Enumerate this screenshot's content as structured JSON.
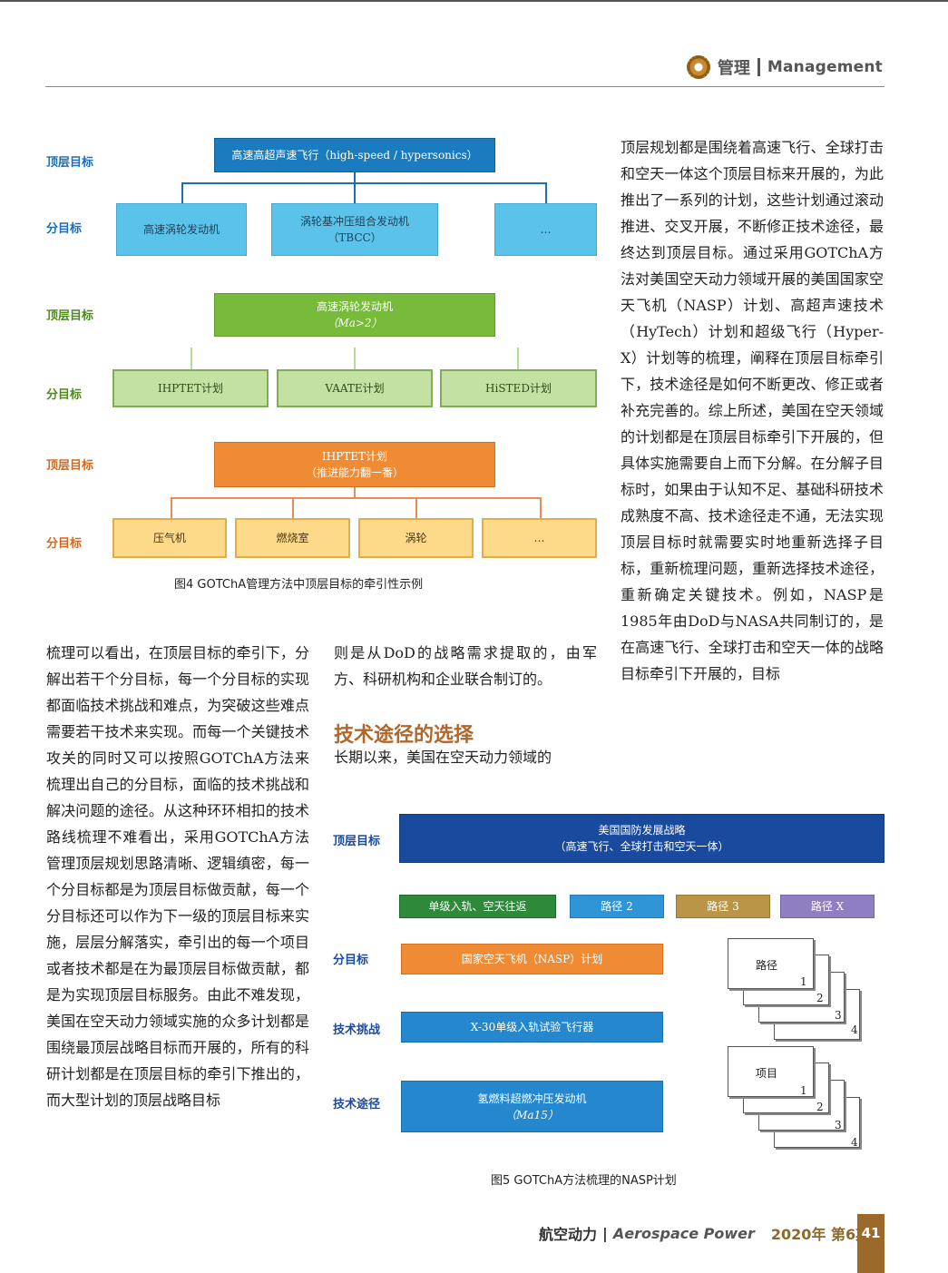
{
  "header": {
    "section_cn": "管理",
    "section_en": "Management"
  },
  "figure4": {
    "label_top": "顶层目标",
    "label_sub": "分目标",
    "group1": {
      "top": "高速高超声速飞行（high-speed / hypersonics）",
      "subs": [
        "高速涡轮发动机",
        "涡轮基冲压组合发动机",
        "（TBCC）",
        "…"
      ]
    },
    "group2": {
      "top_line1": "高速涡轮发动机",
      "top_line2": "（Ma>2）",
      "subs": [
        "IHPTET计划",
        "VAATE计划",
        "HiSTED计划"
      ]
    },
    "group3": {
      "top_line1": "IHPTET计划",
      "top_line2": "（推进能力翻一番）",
      "subs": [
        "压气机",
        "燃烧室",
        "涡轮",
        "…"
      ]
    },
    "caption": "图4   GOTChA管理方法中顶层目标的牵引性示例"
  },
  "right_column": "顶层规划都是围绕着高速飞行、全球打击和空天一体这个顶层目标来开展的，为此推出了一系列的计划，这些计划通过滚动推进、交叉开展，不断修正技术途径，最终达到顶层目标。通过采用GOTChA方法对美国空天动力领域开展的美国国家空天飞机（NASP）计划、高超声速技术（HyTech）计划和超级飞行（Hyper-X）计划等的梳理，阐释在顶层目标牵引下，技术途径是如何不断更改、修正或者补充完善的。综上所述，美国在空天领域的计划都是在顶层目标牵引下开展的，但具体实施需要自上而下分解。在分解子目标时，如果由于认知不足、基础科研技术成熟度不高、技术途径走不通，无法实现顶层目标时就需要实时地重新选择子目标，重新梳理问题，重新选择技术途径，重新确定关键技术。例如，NASP是1985年由DoD与NASA共同制订的，是在高速飞行、全球打击和空天一体的战略目标牵引下开展的，目标",
  "left_column": "梳理可以看出，在顶层目标的牵引下，分解出若干个分目标，每一个分目标的实现都面临技术挑战和难点，为突破这些难点需要若干技术来实现。而每一个关键技术攻关的同时又可以按照GOTChA方法来梳理出自己的分目标，面临的技术挑战和解决问题的途径。从这种环环相扣的技术路线梳理不难看出，采用GOTChA方法管理顶层规划思路清晰、逻辑缜密，每一个分目标都是为顶层目标做贡献，每一个分目标还可以作为下一级的顶层目标来实施，层层分解落实，牵引出的每一个项目或者技术都是在为最顶层目标做贡献，都是为实现顶层目标服务。由此不难发现，美国在空天动力领域实施的众多计划都是围绕最顶层战略目标而开展的，所有的科研计划都是在顶层目标的牵引下推出的，而大型计划的顶层战略目标",
  "middle_column": {
    "para1": "则是从DoD的战略需求提取的，由军方、科研机构和企业联合制订的。",
    "heading": "技术途径的选择",
    "para2": "长期以来，美国在空天动力领域的"
  },
  "figure5": {
    "label_top": "顶层目标",
    "label_sub": "分目标",
    "label_challenge": "技术挑战",
    "label_path": "技术途径",
    "top_line1": "美国国防发展战略",
    "top_line2": "（高速飞行、全球打击和空天一体）",
    "paths": [
      "单级入轨、空天往返",
      "路径 2",
      "路径 3",
      "路径 X"
    ],
    "sub": "国家空天飞机（NASP）计划",
    "challenge": "X-30单级入轨试验飞行器",
    "tech_line1": "氢燃料超燃冲压发动机",
    "tech_line2": "（Ma15）",
    "stack1_label": "路径",
    "stack2_label": "项目",
    "stack_numbers": [
      "1",
      "2",
      "3",
      "4"
    ],
    "caption": "图5   GOTChA方法梳理的NASP计划"
  },
  "footer": {
    "journal_cn": "航空动力",
    "journal_en": "Aerospace Power",
    "issue": "2020年 第6期",
    "page": "41"
  }
}
